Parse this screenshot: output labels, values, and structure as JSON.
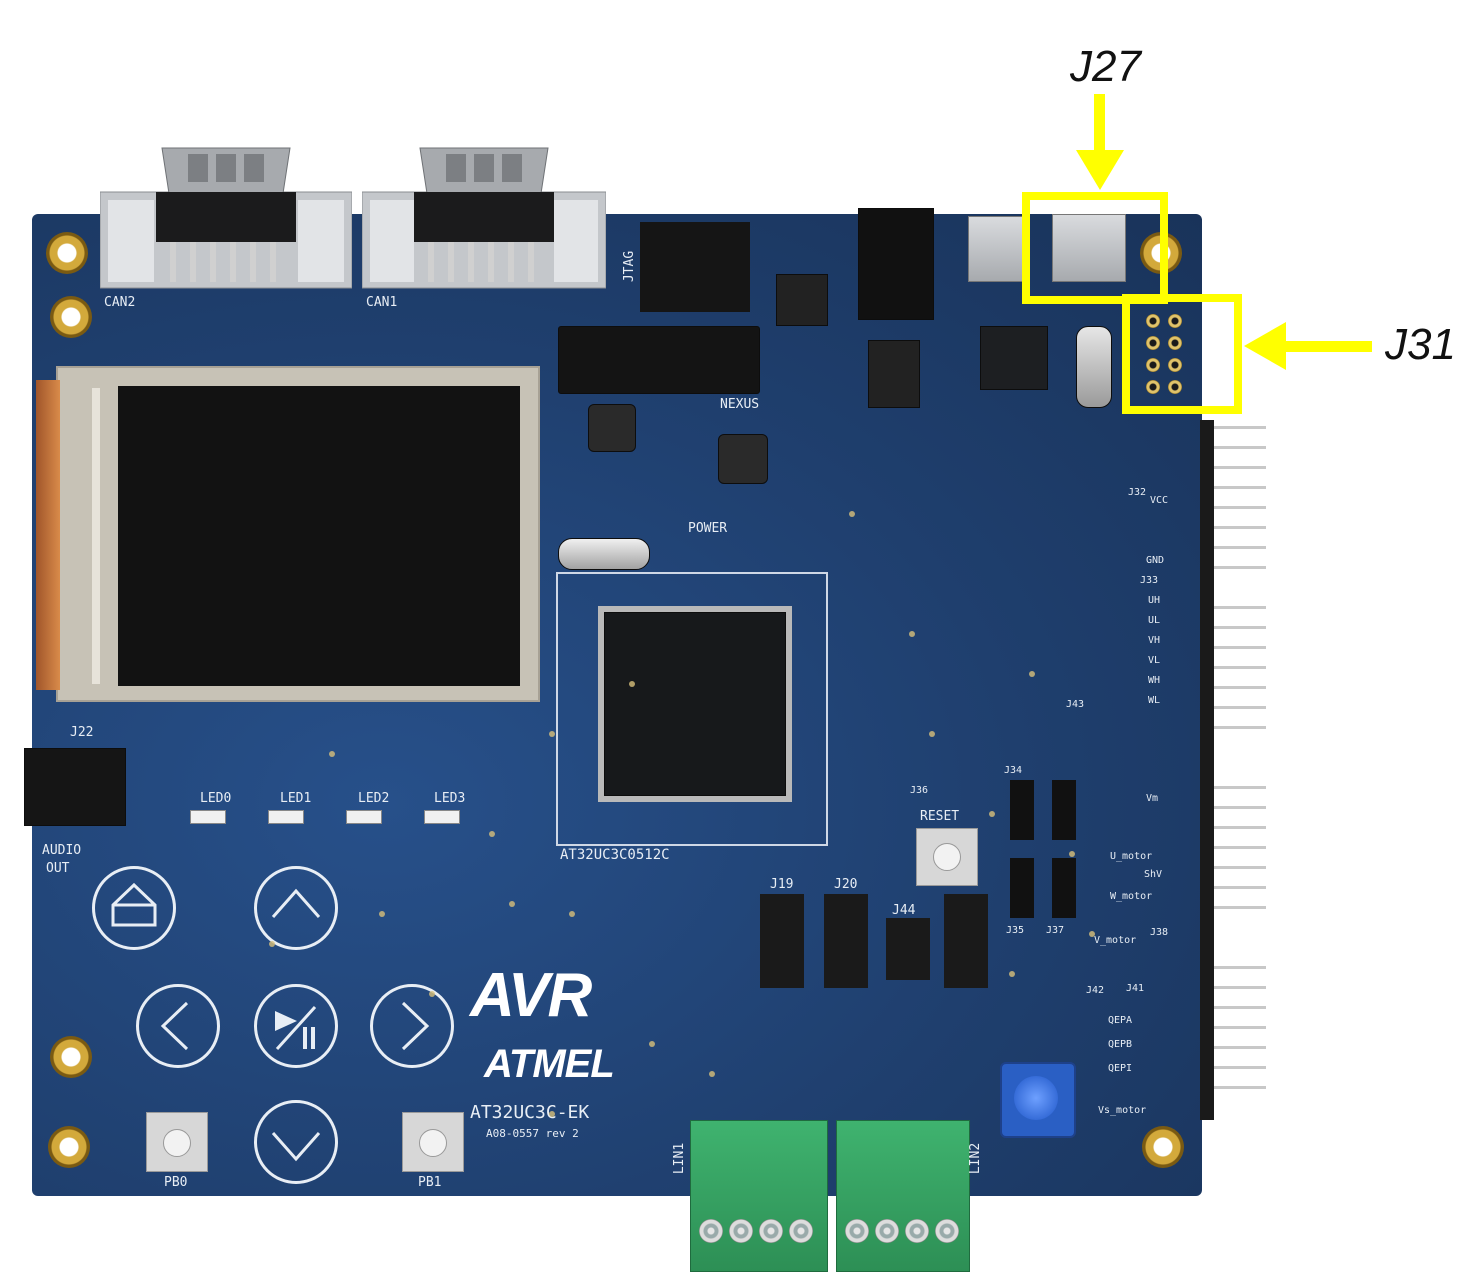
{
  "callouts": {
    "j27": "J27",
    "j31": "J31"
  },
  "colors": {
    "board": "#1f3f6e",
    "highlight": "#ffff00",
    "silkscreen": "#e8eef5"
  },
  "silkscreen": {
    "can2": "CAN2",
    "can1": "CAN1",
    "jtag": "JTAG",
    "nexus": "NEXUS",
    "power": "POWER",
    "reset": "RESET",
    "led0": "LED0",
    "led1": "LED1",
    "led2": "LED2",
    "led3": "LED3",
    "audio": "AUDIO",
    "out": "OUT",
    "j22": "J22",
    "mcu": "AT32UC3C0512C",
    "avr": "AVR",
    "atmel": "ATMEL",
    "board_name": "AT32UC3C-EK",
    "board_rev": "A08-0557 rev 2",
    "pb0": "PB0",
    "pb1": "PB1",
    "lin1": "LIN1",
    "lin2": "LIN2",
    "j19": "J19",
    "j20": "J20",
    "j44": "J44",
    "j33": "J33",
    "j32": "J32",
    "j43": "J43",
    "j41": "J41",
    "j42": "J42",
    "j34": "J34",
    "j35": "J35",
    "j36": "J36",
    "j37": "J37",
    "j38": "J38",
    "gnd": "GND",
    "vcc": "VCC",
    "uh": "UH",
    "ul": "UL",
    "vh": "VH",
    "vl": "VL",
    "wh": "WH",
    "wl": "WL",
    "qepa": "QEPA",
    "qepb": "QEPB",
    "qepi": "QEPI",
    "v_motor": "V_motor",
    "u_motor": "U_motor",
    "w_motor": "W_motor",
    "vs_motor": "Vs_motor",
    "vm": "Vm",
    "shv": "ShV"
  }
}
